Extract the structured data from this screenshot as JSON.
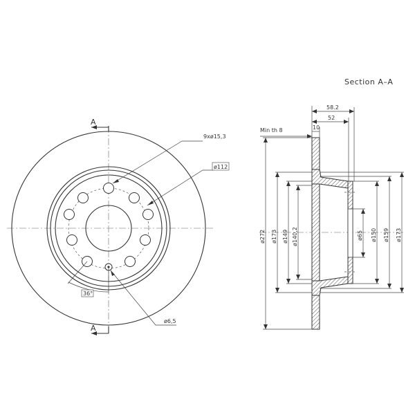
{
  "section_title": "Section A–A",
  "section_marker": "A",
  "front_view": {
    "bolt_holes_label": "9xø15,3",
    "pcd_label": "ø112",
    "angle_label": "36°",
    "small_hole_label": "ø6,5"
  },
  "section_view": {
    "min_thickness_label": "Min th 8",
    "width_overall": "58.2",
    "width_hub": "52",
    "width_disc": "10",
    "dia_outer": "ø272",
    "dia_173_left": "ø173",
    "dia_149": "ø149",
    "dia_140": "ø140,2",
    "dia_65": "ø65",
    "dia_150": "ø150",
    "dia_159": "ø159",
    "dia_173_right": "ø173"
  },
  "colors": {
    "line": "#333333",
    "hatch": "#555555",
    "background": "#ffffff"
  }
}
